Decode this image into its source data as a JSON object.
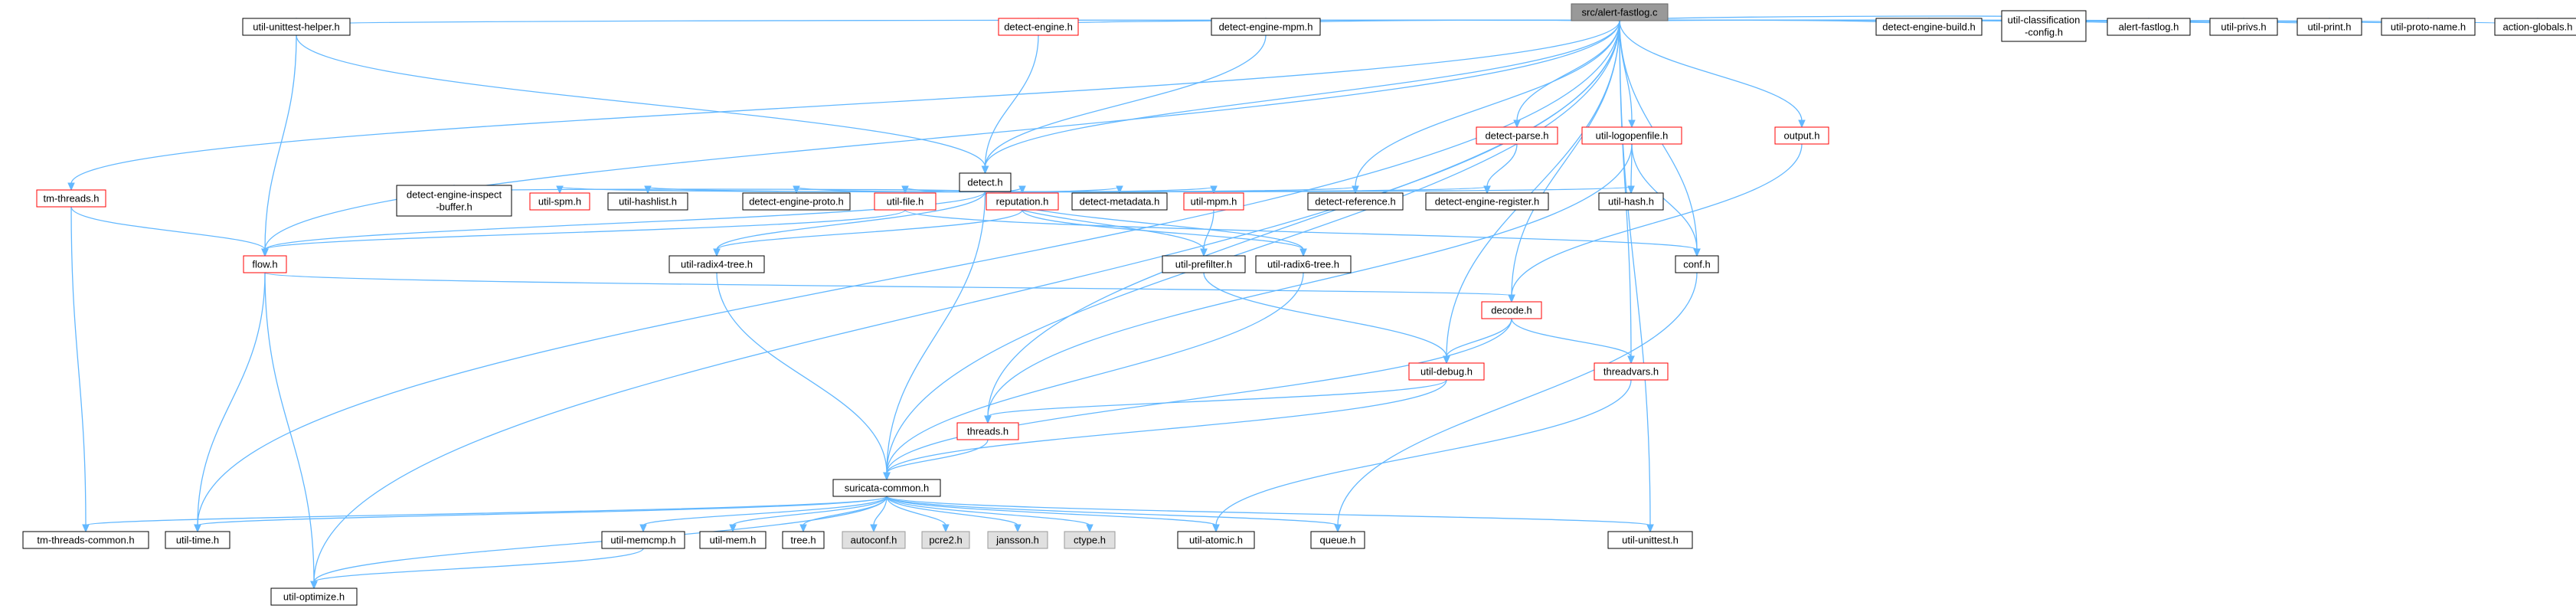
{
  "graph": {
    "colors": {
      "edge": "#63b8ff",
      "node_fill": "#ffffff",
      "node_border": "#000000",
      "truncated_border": "#ff0000",
      "root_fill": "#999999",
      "root_border": "#666666",
      "external_fill": "#e0e0e0",
      "external_border": "#999999"
    },
    "nodes": [
      {
        "id": "root",
        "label": "src/alert-fastlog.c",
        "kind": "root"
      },
      {
        "id": "unittest_helper",
        "label": "util-unittest-helper.h",
        "kind": "normal"
      },
      {
        "id": "detect_engine",
        "label": "detect-engine.h",
        "kind": "truncated"
      },
      {
        "id": "detect_engine_mpm",
        "label": "detect-engine-mpm.h",
        "kind": "normal"
      },
      {
        "id": "detect_engine_build",
        "label": "detect-engine-build.h",
        "kind": "normal"
      },
      {
        "id": "util_classification",
        "label": "util-classification\n-config.h",
        "kind": "normal"
      },
      {
        "id": "alert_fastlog_h",
        "label": "alert-fastlog.h",
        "kind": "normal"
      },
      {
        "id": "util_privs",
        "label": "util-privs.h",
        "kind": "normal"
      },
      {
        "id": "util_print",
        "label": "util-print.h",
        "kind": "normal"
      },
      {
        "id": "util_proto_name",
        "label": "util-proto-name.h",
        "kind": "normal"
      },
      {
        "id": "action_globals",
        "label": "action-globals.h",
        "kind": "normal"
      },
      {
        "id": "detect_h",
        "label": "detect.h",
        "kind": "normal"
      },
      {
        "id": "detect_parse",
        "label": "detect-parse.h",
        "kind": "truncated"
      },
      {
        "id": "util_logopenfile",
        "label": "util-logopenfile.h",
        "kind": "truncated"
      },
      {
        "id": "output_h",
        "label": "output.h",
        "kind": "truncated"
      },
      {
        "id": "tm_threads",
        "label": "tm-threads.h",
        "kind": "truncated"
      },
      {
        "id": "deib",
        "label": "detect-engine-inspect\n-buffer.h",
        "kind": "normal"
      },
      {
        "id": "util_spm",
        "label": "util-spm.h",
        "kind": "truncated"
      },
      {
        "id": "util_hashlist",
        "label": "util-hashlist.h",
        "kind": "normal"
      },
      {
        "id": "detect_engine_proto",
        "label": "detect-engine-proto.h",
        "kind": "normal"
      },
      {
        "id": "util_file",
        "label": "util-file.h",
        "kind": "truncated"
      },
      {
        "id": "reputation",
        "label": "reputation.h",
        "kind": "truncated"
      },
      {
        "id": "detect_metadata",
        "label": "detect-metadata.h",
        "kind": "normal"
      },
      {
        "id": "util_mpm",
        "label": "util-mpm.h",
        "kind": "truncated"
      },
      {
        "id": "detect_reference",
        "label": "detect-reference.h",
        "kind": "normal"
      },
      {
        "id": "detect_engine_register",
        "label": "detect-engine-register.h",
        "kind": "normal"
      },
      {
        "id": "util_hash",
        "label": "util-hash.h",
        "kind": "normal"
      },
      {
        "id": "flow_h",
        "label": "flow.h",
        "kind": "truncated"
      },
      {
        "id": "util_radix4",
        "label": "util-radix4-tree.h",
        "kind": "normal"
      },
      {
        "id": "util_prefilter",
        "label": "util-prefilter.h",
        "kind": "normal"
      },
      {
        "id": "util_radix6",
        "label": "util-radix6-tree.h",
        "kind": "normal"
      },
      {
        "id": "conf_h",
        "label": "conf.h",
        "kind": "normal"
      },
      {
        "id": "decode_h",
        "label": "decode.h",
        "kind": "truncated"
      },
      {
        "id": "util_debug",
        "label": "util-debug.h",
        "kind": "truncated"
      },
      {
        "id": "threadvars",
        "label": "threadvars.h",
        "kind": "truncated"
      },
      {
        "id": "threads_h",
        "label": "threads.h",
        "kind": "truncated"
      },
      {
        "id": "suricata_common",
        "label": "suricata-common.h",
        "kind": "normal"
      },
      {
        "id": "tm_threads_common",
        "label": "tm-threads-common.h",
        "kind": "normal"
      },
      {
        "id": "util_time",
        "label": "util-time.h",
        "kind": "normal"
      },
      {
        "id": "util_memcmp",
        "label": "util-memcmp.h",
        "kind": "normal"
      },
      {
        "id": "util_mem",
        "label": "util-mem.h",
        "kind": "normal"
      },
      {
        "id": "tree_h",
        "label": "tree.h",
        "kind": "normal"
      },
      {
        "id": "autoconf",
        "label": "autoconf.h",
        "kind": "external"
      },
      {
        "id": "pcre2",
        "label": "pcre2.h",
        "kind": "external"
      },
      {
        "id": "jansson",
        "label": "jansson.h",
        "kind": "external"
      },
      {
        "id": "ctype",
        "label": "ctype.h",
        "kind": "external"
      },
      {
        "id": "util_atomic",
        "label": "util-atomic.h",
        "kind": "normal"
      },
      {
        "id": "queue_h",
        "label": "queue.h",
        "kind": "normal"
      },
      {
        "id": "util_unittest",
        "label": "util-unittest.h",
        "kind": "normal"
      },
      {
        "id": "util_optimize",
        "label": "util-optimize.h",
        "kind": "normal"
      }
    ],
    "edges": [
      [
        "root",
        "unittest_helper"
      ],
      [
        "root",
        "detect_engine"
      ],
      [
        "root",
        "detect_engine_mpm"
      ],
      [
        "root",
        "detect_engine_build"
      ],
      [
        "root",
        "util_classification"
      ],
      [
        "root",
        "alert_fastlog_h"
      ],
      [
        "root",
        "util_privs"
      ],
      [
        "root",
        "util_print"
      ],
      [
        "root",
        "util_proto_name"
      ],
      [
        "root",
        "action_globals"
      ],
      [
        "root",
        "detect_h"
      ],
      [
        "root",
        "detect_parse"
      ],
      [
        "root",
        "util_logopenfile"
      ],
      [
        "root",
        "output_h"
      ],
      [
        "root",
        "tm_threads"
      ],
      [
        "root",
        "flow_h"
      ],
      [
        "root",
        "conf_h"
      ],
      [
        "root",
        "decode_h"
      ],
      [
        "root",
        "util_debug"
      ],
      [
        "root",
        "threadvars"
      ],
      [
        "root",
        "threads_h"
      ],
      [
        "root",
        "suricata_common"
      ],
      [
        "root",
        "util_time"
      ],
      [
        "root",
        "util_unittest"
      ],
      [
        "root",
        "util_optimize"
      ],
      [
        "root",
        "detect_reference"
      ],
      [
        "unittest_helper",
        "detect_h"
      ],
      [
        "unittest_helper",
        "flow_h"
      ],
      [
        "detect_engine",
        "detect_h"
      ],
      [
        "detect_engine_mpm",
        "detect_h"
      ],
      [
        "detect_h",
        "deib"
      ],
      [
        "detect_h",
        "util_spm"
      ],
      [
        "detect_h",
        "util_hashlist"
      ],
      [
        "detect_h",
        "detect_engine_proto"
      ],
      [
        "detect_h",
        "util_file"
      ],
      [
        "detect_h",
        "reputation"
      ],
      [
        "detect_h",
        "detect_metadata"
      ],
      [
        "detect_h",
        "util_mpm"
      ],
      [
        "detect_h",
        "detect_reference"
      ],
      [
        "detect_h",
        "detect_engine_register"
      ],
      [
        "detect_h",
        "util_hash"
      ],
      [
        "detect_h",
        "flow_h"
      ],
      [
        "detect_h",
        "util_radix4"
      ],
      [
        "detect_h",
        "util_prefilter"
      ],
      [
        "detect_h",
        "util_radix6"
      ],
      [
        "detect_h",
        "suricata_common"
      ],
      [
        "detect_parse",
        "detect_engine_register"
      ],
      [
        "util_logopenfile",
        "util_hash"
      ],
      [
        "util_logopenfile",
        "conf_h"
      ],
      [
        "util_logopenfile",
        "threads_h"
      ],
      [
        "output_h",
        "decode_h"
      ],
      [
        "tm_threads",
        "flow_h"
      ],
      [
        "tm_threads",
        "tm_threads_common"
      ],
      [
        "util_file",
        "flow_h"
      ],
      [
        "util_file",
        "conf_h"
      ],
      [
        "reputation",
        "util_radix4"
      ],
      [
        "reputation",
        "util_radix6"
      ],
      [
        "util_mpm",
        "util_prefilter"
      ],
      [
        "flow_h",
        "decode_h"
      ],
      [
        "flow_h",
        "util_time"
      ],
      [
        "flow_h",
        "util_optimize"
      ],
      [
        "util_radix4",
        "suricata_common"
      ],
      [
        "util_radix6",
        "suricata_common"
      ],
      [
        "util_prefilter",
        "util_debug"
      ],
      [
        "conf_h",
        "queue_h"
      ],
      [
        "decode_h",
        "util_debug"
      ],
      [
        "decode_h",
        "threadvars"
      ],
      [
        "decode_h",
        "suricata_common"
      ],
      [
        "util_debug",
        "threads_h"
      ],
      [
        "util_debug",
        "suricata_common"
      ],
      [
        "threadvars",
        "util_atomic"
      ],
      [
        "threads_h",
        "suricata_common"
      ],
      [
        "suricata_common",
        "tm_threads_common"
      ],
      [
        "suricata_common",
        "util_time"
      ],
      [
        "suricata_common",
        "util_memcmp"
      ],
      [
        "suricata_common",
        "util_mem"
      ],
      [
        "suricata_common",
        "tree_h"
      ],
      [
        "suricata_common",
        "autoconf"
      ],
      [
        "suricata_common",
        "pcre2"
      ],
      [
        "suricata_common",
        "jansson"
      ],
      [
        "suricata_common",
        "ctype"
      ],
      [
        "suricata_common",
        "util_atomic"
      ],
      [
        "suricata_common",
        "queue_h"
      ],
      [
        "suricata_common",
        "util_unittest"
      ],
      [
        "suricata_common",
        "util_optimize"
      ],
      [
        "util_memcmp",
        "util_optimize"
      ]
    ]
  }
}
